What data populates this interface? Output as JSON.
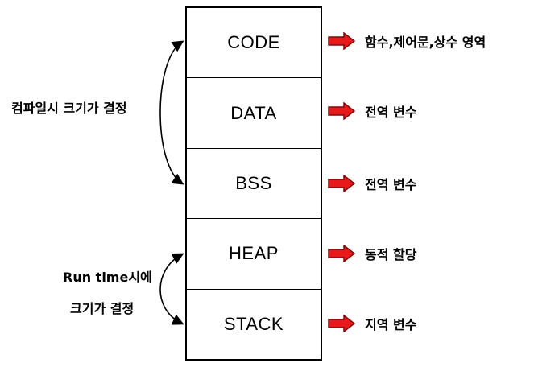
{
  "segments": [
    {
      "name": "CODE",
      "description": "함수,제어문,상수 영역"
    },
    {
      "name": "DATA",
      "description": "전역 변수"
    },
    {
      "name": "BSS",
      "description": "전역 변수"
    },
    {
      "name": "HEAP",
      "description": "동적 할당"
    },
    {
      "name": "STACK",
      "description": "지역 변수"
    }
  ],
  "compile_time_label": "컴파일시 크기가 결정",
  "runtime_label_line1": "Run time시에",
  "runtime_label_line2": "크기가 결정",
  "colors": {
    "arrow_fill": "#e8191b",
    "arrow_stroke": "#7a0c0c",
    "border": "#000000"
  }
}
